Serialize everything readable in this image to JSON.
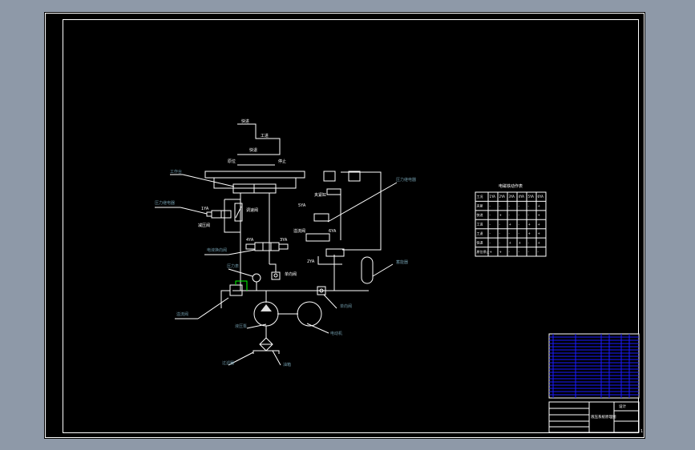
{
  "drawing": {
    "cycle_labels": {
      "fast_forward": "快进",
      "work_feed": "工进",
      "fast_return": "快退",
      "start": "原位",
      "stop": "停止"
    },
    "component_labels": {
      "worktable": "工作台",
      "throttle_valve": "调速阀",
      "valve_1ya": "1YA",
      "valve_2ya": "2YA",
      "valve_3ya": "3YA",
      "valve_4ya": "4YA",
      "valve_5ya": "5YA",
      "valve_6ya": "6YA",
      "reversing_valve": "电液换向阀",
      "pressure_gauge": "压力表",
      "relief_valve": "溢流阀",
      "check_valve": "单向阀",
      "pump": "液压泵",
      "motor": "电动机",
      "filter": "过滤器",
      "tank": "油箱",
      "accumulator": "蓄能器",
      "clamp_cylinder": "夹紧缸",
      "pressure_relay": "压力继电器",
      "pressure_reducing": "减压阀"
    }
  },
  "solenoid_table": {
    "title": "电磁铁动作表",
    "columns": [
      "工况",
      "1YA",
      "2YA",
      "3YA",
      "4YA",
      "5YA",
      "6YA"
    ],
    "rows": [
      [
        "夹紧",
        "-",
        "-",
        "-",
        "-",
        "-",
        "+"
      ],
      [
        "快进",
        "-",
        "+",
        "-",
        "-",
        "-",
        "+"
      ],
      [
        "工进",
        "-",
        "-",
        "+",
        "-",
        "+",
        "+"
      ],
      [
        "工退",
        "-",
        "-",
        "-",
        "-",
        "+",
        "+"
      ],
      [
        "快退",
        "-",
        "-",
        "+",
        "+",
        "-",
        "+"
      ],
      [
        "原位停止",
        "+",
        "+",
        "-",
        "-",
        "-",
        "-"
      ]
    ]
  },
  "title_block": {
    "title": "液压系统原理图",
    "company": "设计",
    "sheet": "1"
  }
}
